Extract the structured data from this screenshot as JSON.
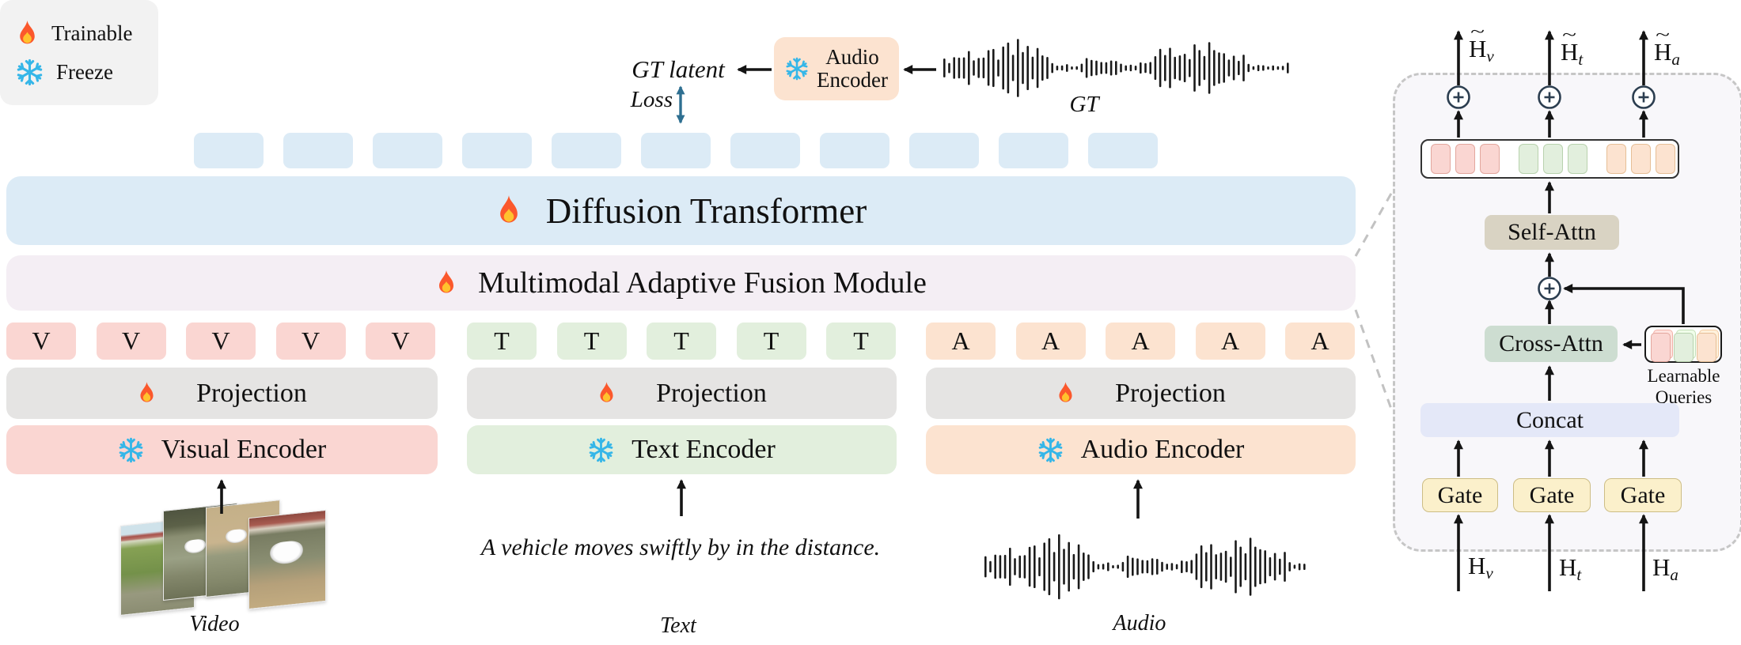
{
  "legend": {
    "trainable": "Trainable",
    "freeze": "Freeze"
  },
  "top_flow": {
    "gt_latent": "GT latent",
    "loss": "Loss",
    "encoder_lines": [
      "Audio",
      "Encoder"
    ],
    "gt": "GT"
  },
  "bars": {
    "diffusion_transformer": "Diffusion Transformer",
    "fusion_module": "Multimodal Adaptive Fusion Module"
  },
  "latent_tokens": {
    "count": 11
  },
  "columns": {
    "visual": {
      "token_letter": "V",
      "token_count": 5,
      "projection": "Projection",
      "encoder": "Visual Encoder",
      "input_label": "Video"
    },
    "text": {
      "token_letter": "T",
      "token_count": 5,
      "projection": "Projection",
      "encoder": "Text Encoder",
      "input_label": "Text",
      "prompt": "A vehicle moves swiftly by in the distance."
    },
    "audio": {
      "token_letter": "A",
      "token_count": 5,
      "projection": "Projection",
      "encoder": "Audio Encoder",
      "input_label": "Audio"
    }
  },
  "panel": {
    "h_base": "H",
    "tilde": "~",
    "outputs": [
      {
        "sub": "v"
      },
      {
        "sub": "t"
      },
      {
        "sub": "a"
      }
    ],
    "inputs": [
      {
        "sub": "v"
      },
      {
        "sub": "t"
      },
      {
        "sub": "a"
      }
    ],
    "self_attn": "Self-Attn",
    "cross_attn": "Cross-Attn",
    "concat": "Concat",
    "gate": "Gate",
    "queries_label_lines": [
      "Learnable",
      "Queries"
    ],
    "strip_groups": [
      {
        "modality": "visual",
        "count": 3
      },
      {
        "modality": "text",
        "count": 3
      },
      {
        "modality": "audio",
        "count": 3
      }
    ],
    "query_cards": [
      "visual",
      "text",
      "audio"
    ]
  },
  "icons": {
    "trainable": "flame-icon",
    "freeze": "snowflake-icon"
  },
  "colors": {
    "token-blue": "#dcebf6",
    "bar-fusion-bg": "#f4eef4",
    "pink": "#fad6d2",
    "green": "#e2efdd",
    "peach": "#fce3d0",
    "projection-gray": "#e5e4e3",
    "legend-bg": "#f2f2f2",
    "panel-bg": "#f8f7fa",
    "self-attn-bg": "#d9d3c3",
    "cross-attn-bg": "#cdddd1",
    "concat-bg": "#e4e8f8",
    "gate-bg": "#fbf0cb",
    "gate-border": "#cdbd85",
    "loss-accent": "#2e6f91",
    "plus-border": "#2c3e50",
    "residual-gray": "#bdbdbd",
    "dash-gray": "#c6c6c6",
    "snow-blue": "#35b6e8",
    "flame-orange": "#fb582c",
    "flame-yellow": "#ffc22d"
  }
}
